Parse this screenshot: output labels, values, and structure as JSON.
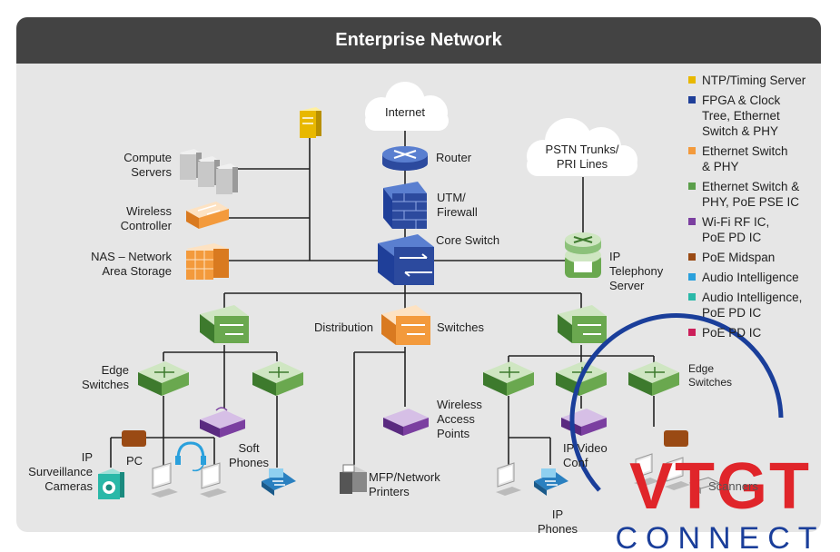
{
  "title": "Enterprise Network",
  "legend": [
    {
      "label": "NTP/Timing Server",
      "color": "#e8b800"
    },
    {
      "label": "FPGA & Clock\nTree, Ethernet\nSwitch & PHY",
      "color": "#1f3f99"
    },
    {
      "label": "Ethernet Switch\n& PHY",
      "color": "#f39a3c"
    },
    {
      "label": "Ethernet Switch &\nPHY, PoE PSE IC",
      "color": "#5a9e4a"
    },
    {
      "label": "Wi-Fi RF IC,\nPoE PD IC",
      "color": "#7b3fa0"
    },
    {
      "label": "PoE Midspan",
      "color": "#9a4a14"
    },
    {
      "label": "Audio Intelligence",
      "color": "#2aa0dc"
    },
    {
      "label": "Audio Intelligence,\nPoE PD IC",
      "color": "#2ab8a8"
    },
    {
      "label": "PoE PD IC",
      "color": "#cc1f5a"
    }
  ],
  "labels": {
    "internet": "Internet",
    "router": "Router",
    "utm": "UTM/\nFirewall",
    "core_switch": "Core Switch",
    "pstn": "PSTN Trunks/\nPRI Lines",
    "ip_telephony": "IP\nTelephony\nServer",
    "compute": "Compute\nServers",
    "wireless_controller": "Wireless\nController",
    "nas": "NAS – Network\nArea Storage",
    "distribution": "Distribution",
    "switches": "Switches",
    "edge_left": "Edge\nSwitches",
    "edge_right": "Edge\nSwitches",
    "wireless_ap": "Wireless\nAccess\nPoints",
    "soft_phones": "Soft\nPhones",
    "pc": "PC",
    "ip_cameras": "IP\nSurveillance\nCameras",
    "mfp": "MFP/Network\nPrinters",
    "ip_video": "IP Video\nConf",
    "ip_phones": "IP\nPhones",
    "scanners": "Scanners"
  },
  "watermark": {
    "top": "VTGT",
    "bottom": "CONNECT"
  },
  "colors": {
    "router_blue": "#2c4a9e",
    "green": "#6aa84f",
    "orange": "#f39a3c",
    "purple": "#7b3fa0",
    "brown": "#9a4a14",
    "teal": "#2ab8a8",
    "gold": "#e8b800",
    "watermark_red": "#e0252a",
    "watermark_blue": "#1a3e9a"
  }
}
